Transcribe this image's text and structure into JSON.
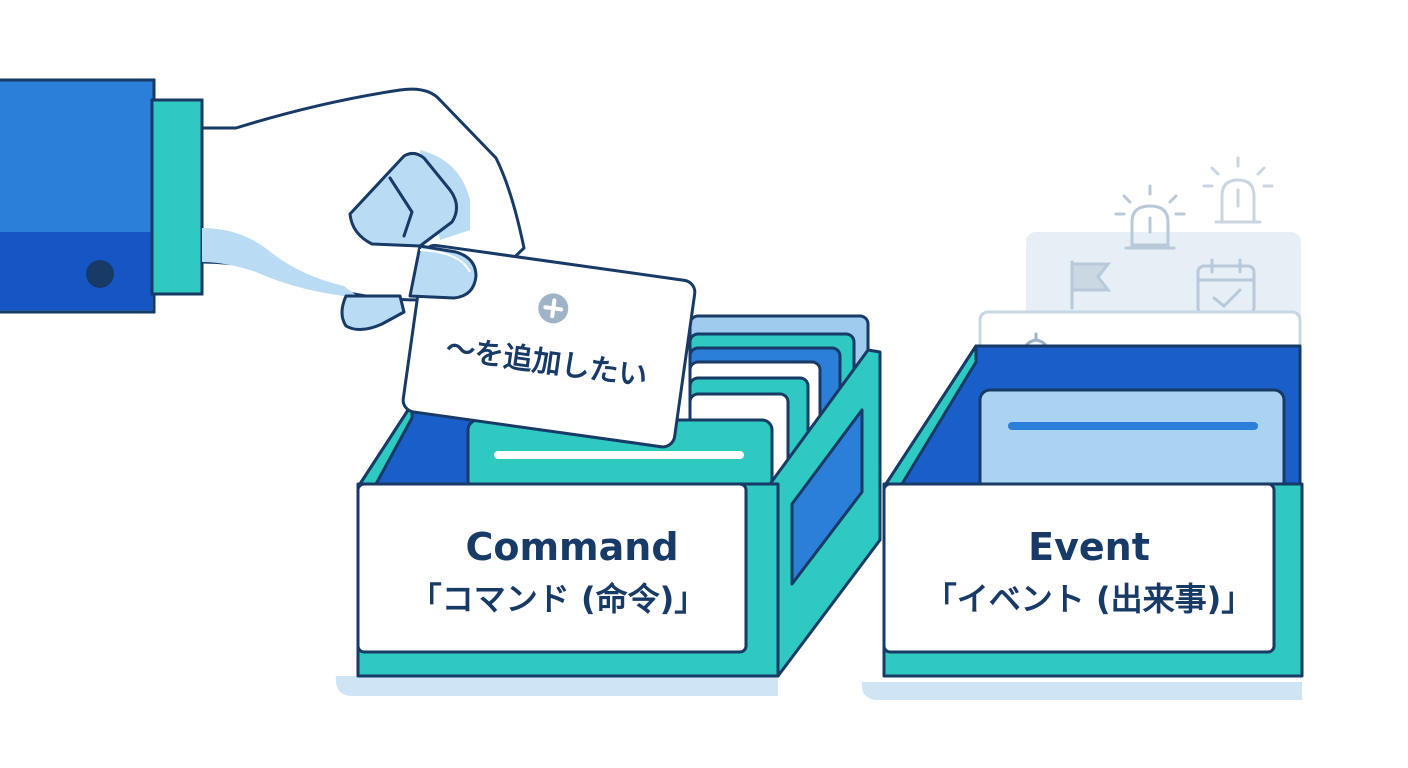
{
  "card": {
    "plus_icon": "plus-circle-icon",
    "text": "〜を追加したい"
  },
  "command_box": {
    "title": "Command",
    "subtitle": "「コマンド (命令)」"
  },
  "event_box": {
    "title": "Event",
    "subtitle": "「イベント (出来事)」",
    "icons": [
      "alarm-light-icon",
      "alarm-light-icon",
      "flag-icon",
      "calendar-check-icon",
      "bell-icon"
    ]
  },
  "colors": {
    "outline": "#173a66",
    "sleeve_blue": "#2b7fd8",
    "sleeve_dark": "#1556c4",
    "teal": "#2ec9c0",
    "light_blue": "#b9dcf4",
    "pale_blue": "#dbe7f2",
    "ink": "#173a66"
  }
}
